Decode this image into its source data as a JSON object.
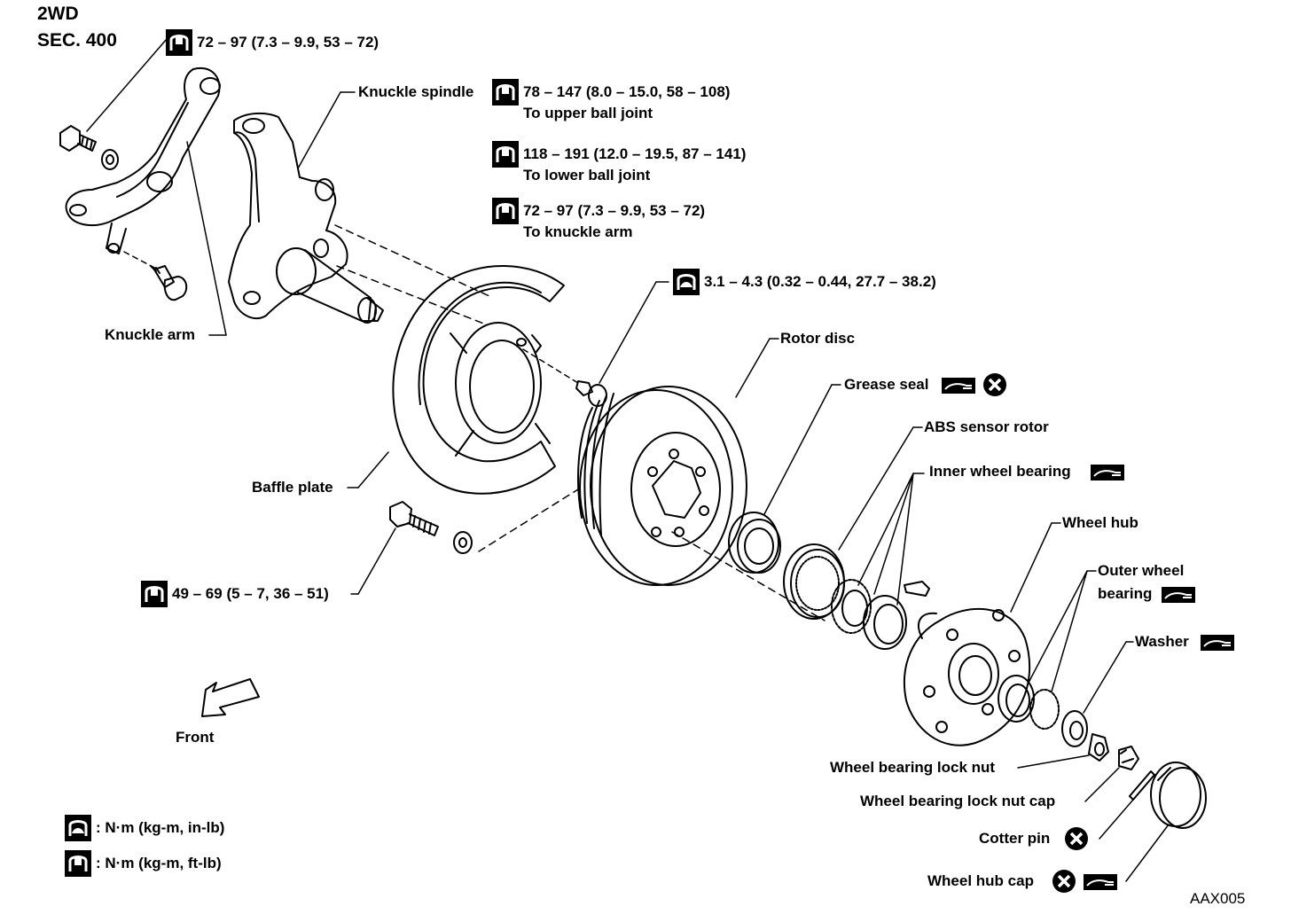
{
  "header": {
    "drive": "2WD",
    "section": "SEC. 400"
  },
  "figure_id": "AAX005",
  "parts": {
    "knuckle_spindle": "Knuckle spindle",
    "knuckle_arm": "Knuckle arm",
    "baffle_plate": "Baffle plate",
    "rotor_disc": "Rotor disc",
    "grease_seal": "Grease seal",
    "abs_sensor_rotor": "ABS sensor rotor",
    "inner_wheel_bearing": "Inner wheel bearing",
    "wheel_hub": "Wheel hub",
    "outer_wheel_bearing_1": "Outer wheel",
    "outer_wheel_bearing_2": "bearing",
    "washer": "Washer",
    "lock_nut": "Wheel bearing lock nut",
    "lock_nut_cap": "Wheel bearing lock nut cap",
    "cotter_pin": "Cotter pin",
    "hub_cap": "Wheel hub cap",
    "front": "Front"
  },
  "torques": {
    "knuckle_arm_bolt": "72 – 97 (7.3 – 9.9, 53 – 72)",
    "upper_ball_joint": "78 – 147 (8.0 – 15.0, 58 – 108)",
    "upper_ball_joint_note": "To upper ball joint",
    "lower_ball_joint": "118 – 191 (12.0 – 19.5, 87 – 141)",
    "lower_ball_joint_note": "To lower ball joint",
    "knuckle_arm": "72 – 97 (7.3 – 9.9, 53 – 72)",
    "knuckle_arm_note": "To knuckle arm",
    "baffle_bolt": "3.1 – 4.3 (0.32 – 0.44, 27.7 – 38.2)",
    "caliper_bolt": "49 – 69 (5 – 7, 36 – 51)"
  },
  "legend": {
    "inlb": ": N·m (kg-m, in-lb)",
    "ftlb": ": N·m (kg-m, ft-lb)"
  }
}
